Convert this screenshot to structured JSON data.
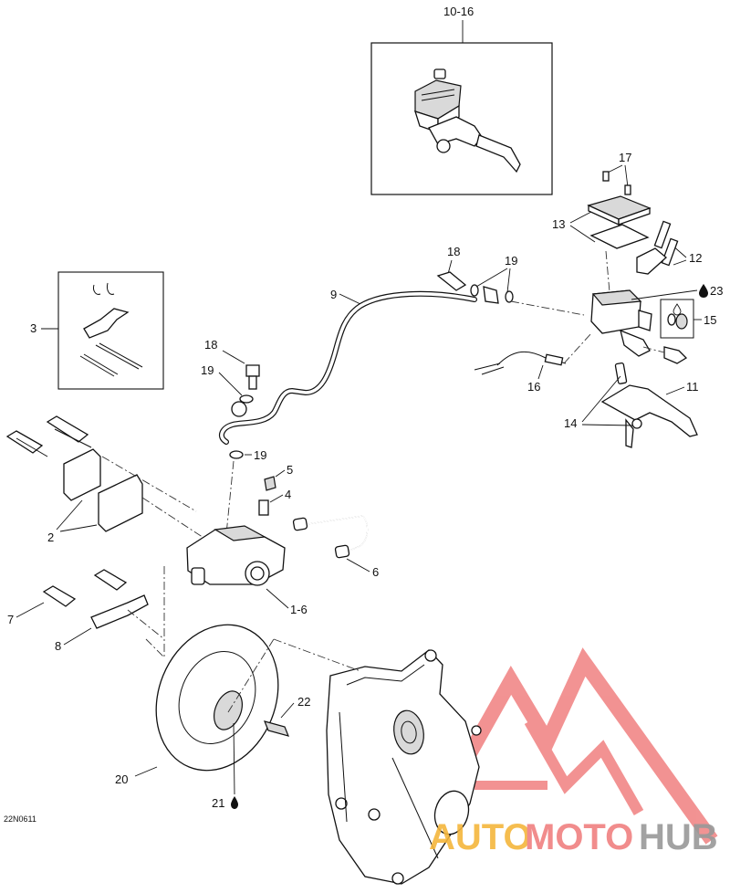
{
  "diagram": {
    "drawing_code": "22N0611",
    "callouts": {
      "c10_16": "10-16",
      "c17": "17",
      "c13": "13",
      "c12": "12",
      "c18_top": "18",
      "c19_top": "19",
      "c9": "9",
      "c23": "23",
      "c15": "15",
      "c3": "3",
      "c18_left": "18",
      "c19_mid": "19",
      "c16": "16",
      "c11": "11",
      "c14": "14",
      "c19_low": "19",
      "c5": "5",
      "c4": "4",
      "c2": "2",
      "c6": "6",
      "c1_6": "1-6",
      "c7": "7",
      "c8": "8",
      "c22": "22",
      "c20": "20",
      "c21": "21"
    },
    "icons": {
      "oil_drop": "oil-drop-icon",
      "water_drop": "water-drop-icon"
    }
  },
  "watermark": {
    "part1": "AUTO",
    "part2": "MOTO",
    "part3": "HUB",
    "colors": {
      "auto": "#f5b63c",
      "moto": "#f08080",
      "hub": "#999999",
      "logo": "#f08080"
    }
  }
}
